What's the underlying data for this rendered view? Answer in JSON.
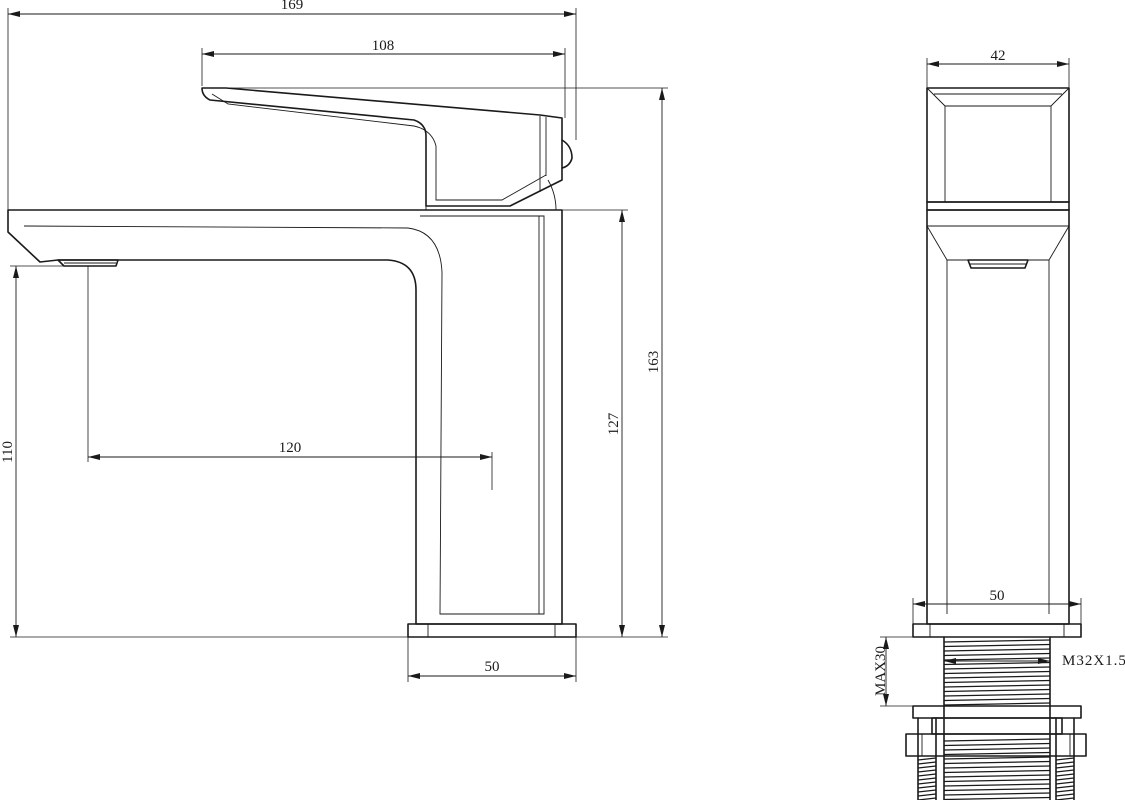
{
  "dimensions": {
    "overall_length": "169",
    "handle_length": "108",
    "overall_height": "163",
    "body_height": "127",
    "spout_height": "110",
    "spout_reach": "120",
    "base_width_side": "50",
    "handle_width": "42",
    "base_width_front": "50",
    "thread_spec": "M32X1.5",
    "max_thickness": "MAX30"
  }
}
